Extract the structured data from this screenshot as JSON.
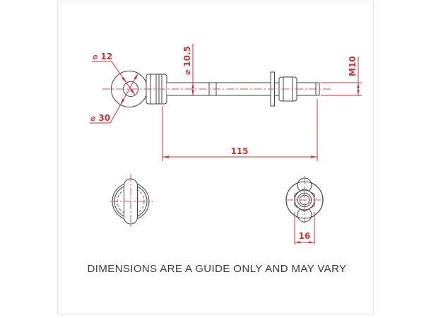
{
  "page": {
    "footer_note": "DIMENSIONS ARE A GUIDE ONLY AND MAY VARY"
  },
  "drawing": {
    "labels": {
      "eye_hole_diameter": "⌀ 12",
      "ball_diameter": "⌀ 30",
      "shank_diameter": "⌀ 10.5",
      "thread_size": "M10",
      "shank_length": "115",
      "nut_width_across_flats": "16"
    },
    "colors": {
      "dimension_red": "#cc3038",
      "centerline_red": "#dd5555",
      "outline_dark": "#404040",
      "hidden_line_gray": "#6f6f6f",
      "page_border": "#e4e4e4",
      "background": "#ffffff"
    }
  }
}
